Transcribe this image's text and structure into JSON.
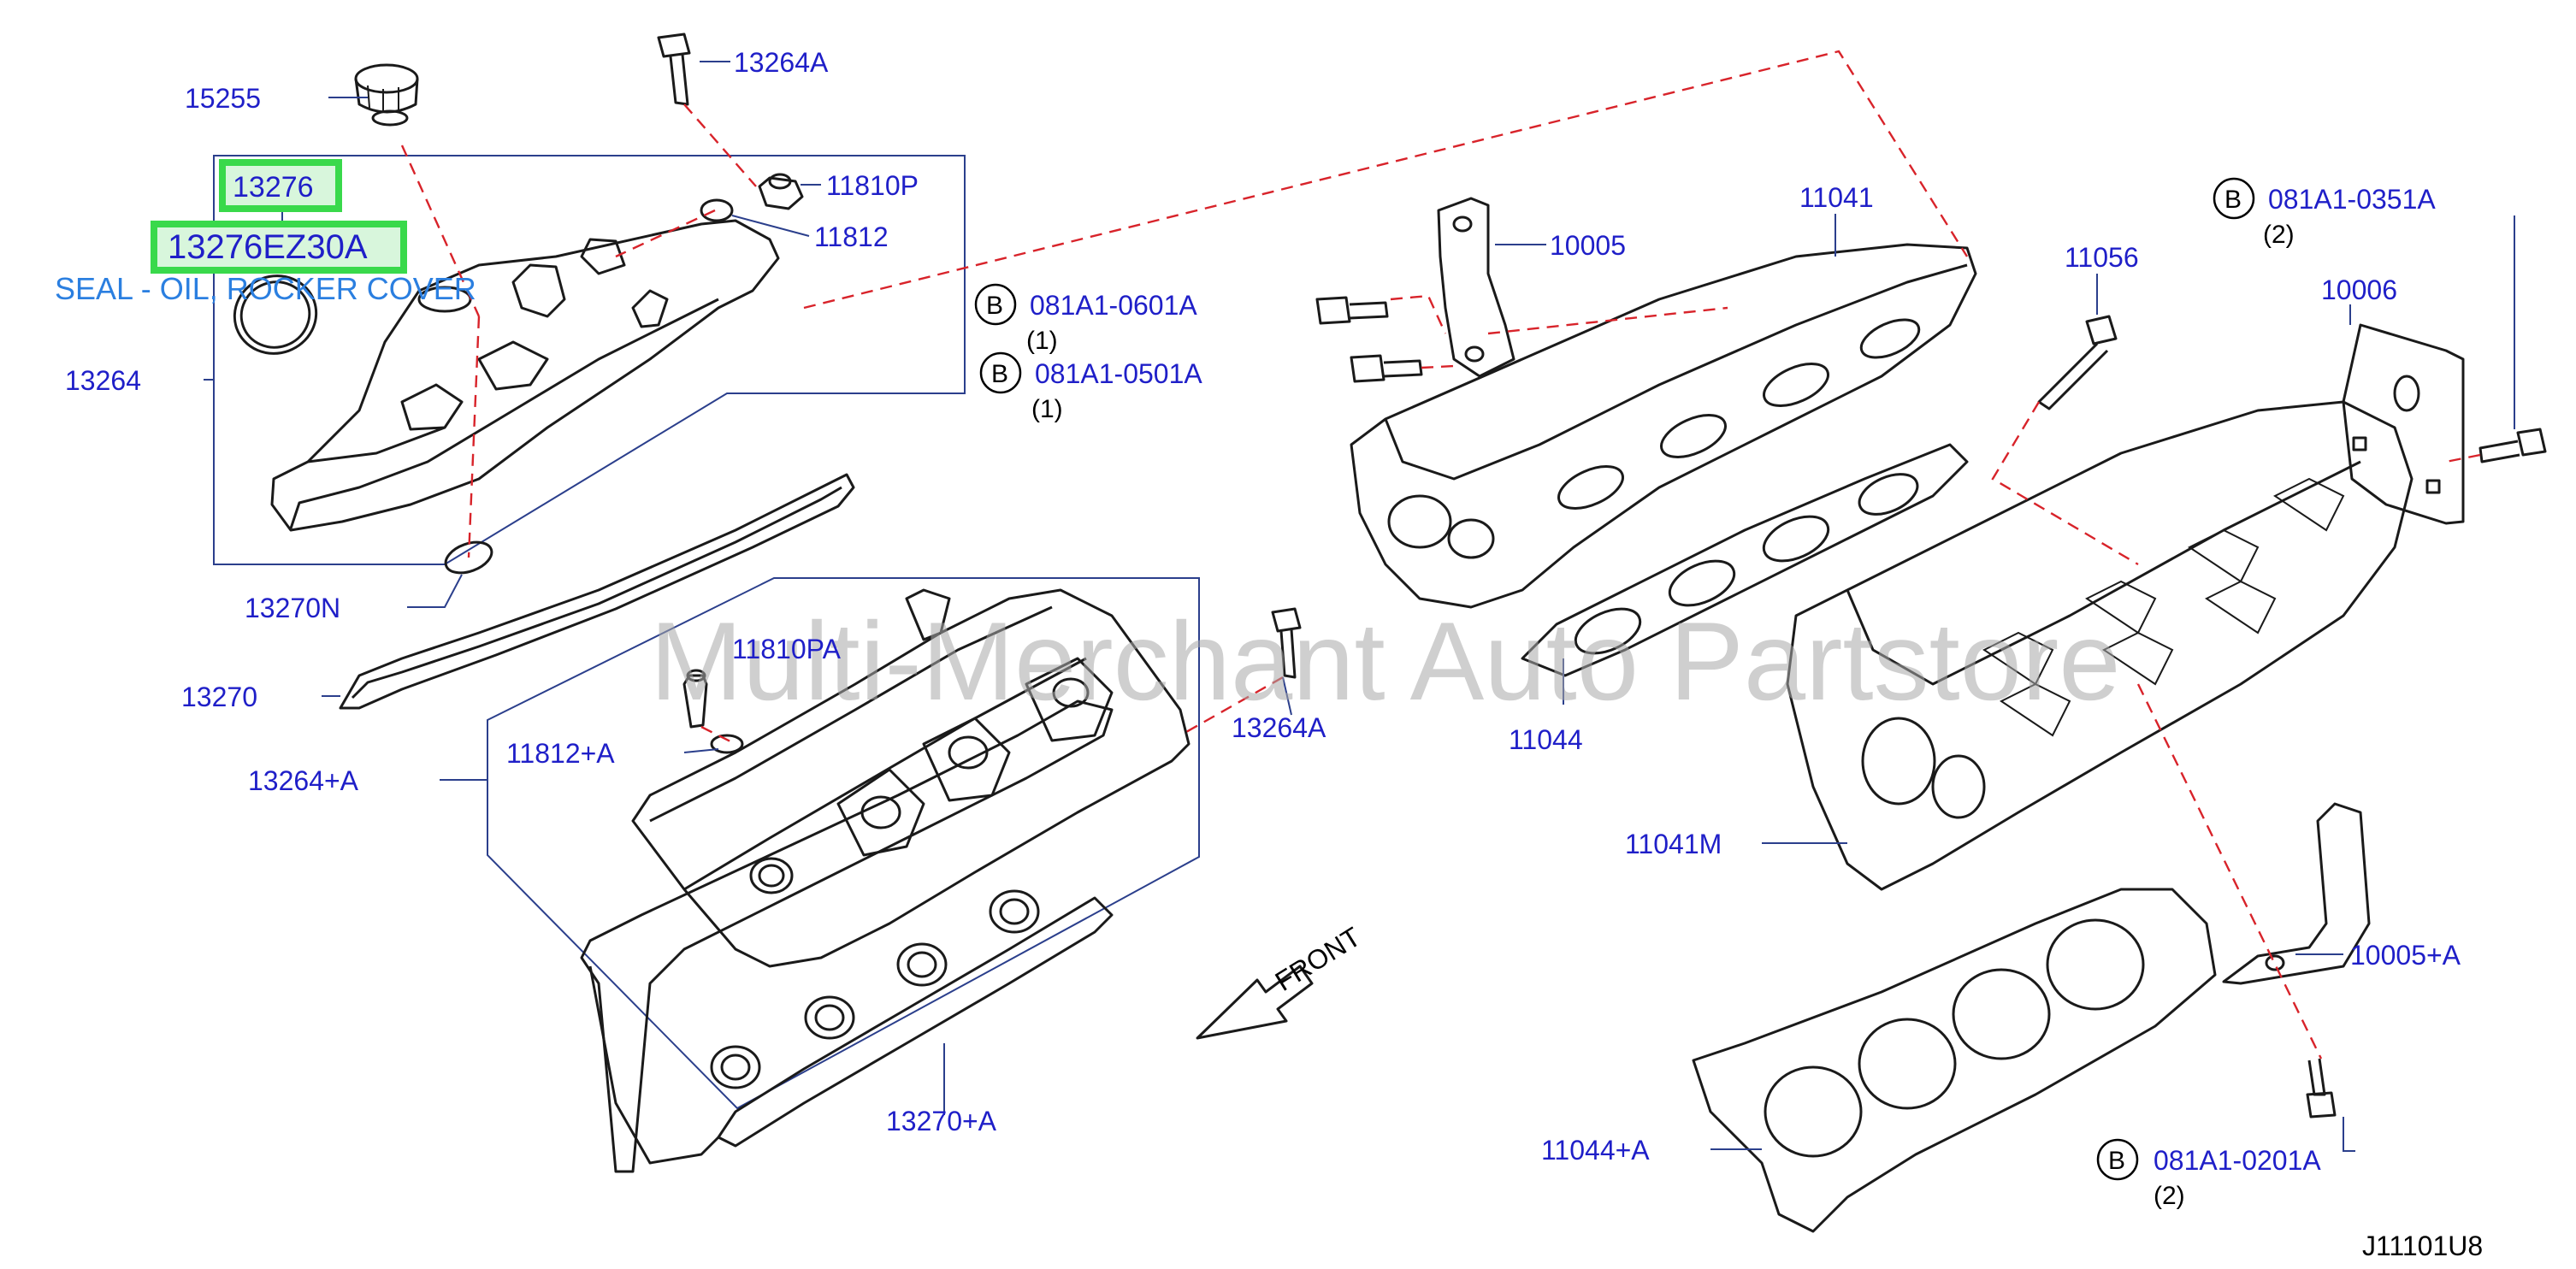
{
  "highlight": {
    "part_top": "13276",
    "part_main": "13276EZ30A",
    "seal_desc": "SEAL - OIL, ROCKER COVER"
  },
  "watermark": "Multi-Merchant Auto Partstore",
  "diagram_code": "J11101U8",
  "front_label": "FRONT",
  "labels": {
    "p15255": "15255",
    "p13264A_top": "13264A",
    "p11810P": "11810P",
    "p11812": "11812",
    "p13264": "13264",
    "p13270N": "13270N",
    "p13270": "13270",
    "p11810PA": "11810PA",
    "p13264A_mid": "13264A",
    "p11812A": "11812+A",
    "p13264pA": "13264+A",
    "p13270pA": "13270+A",
    "p10005": "10005",
    "p11041": "11041",
    "p11056": "11056",
    "p10006": "10006",
    "p11044": "11044",
    "p11041M": "11041M",
    "p10005pA": "10005+A",
    "p11044pA": "11044+A"
  },
  "bolts": [
    {
      "symbol": "B",
      "part": "081A1-0601A",
      "qty": "(1)"
    },
    {
      "symbol": "B",
      "part": "081A1-0501A",
      "qty": "(1)"
    },
    {
      "symbol": "B",
      "part": "081A1-0351A",
      "qty": "(2)"
    },
    {
      "symbol": "B",
      "part": "081A1-0201A",
      "qty": "(2)"
    }
  ],
  "colors": {
    "label_blue": "#1f1fc8",
    "highlight_green": "#39d94b",
    "seal_text_blue": "#2b7fe0",
    "dashed_red": "#d8232a"
  }
}
